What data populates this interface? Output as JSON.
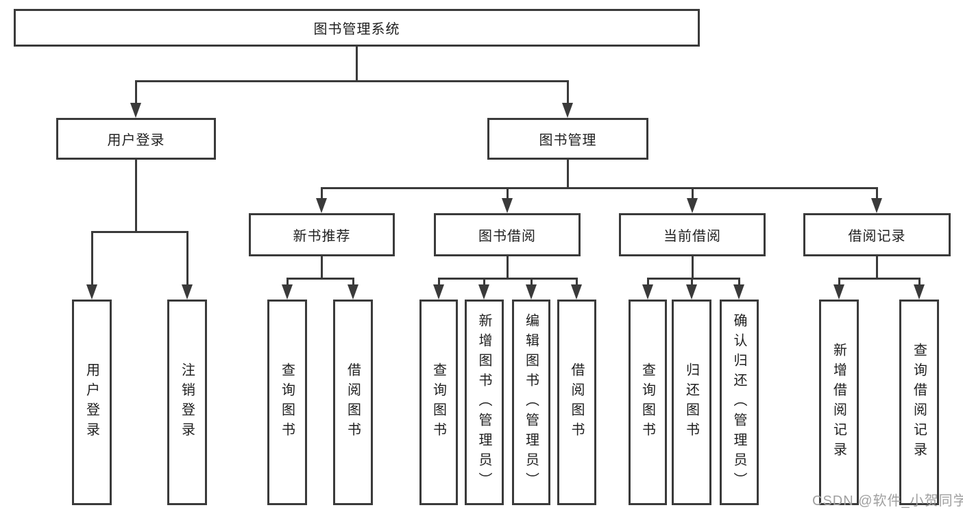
{
  "colors": {
    "line": "#3a3a3a",
    "box_border": "#3a3a3a",
    "text": "#1f1f1f",
    "watermark": "#a0a0a0",
    "background": "#ffffff"
  },
  "watermark": {
    "text": "CSDN @软件_小贺同学"
  },
  "tree": {
    "root": {
      "label": "图书管理系统"
    },
    "branches": [
      {
        "label": "用户登录",
        "children": [
          {
            "label": "用户登录"
          },
          {
            "label": "注销登录"
          }
        ]
      },
      {
        "label": "图书管理",
        "groups": [
          {
            "label": "新书推荐",
            "children": [
              {
                "label": "查询图书"
              },
              {
                "label": "借阅图书"
              }
            ]
          },
          {
            "label": "图书借阅",
            "children": [
              {
                "label": "查询图书"
              },
              {
                "label": "新增图书（管理员）"
              },
              {
                "label": "编辑图书（管理员）"
              },
              {
                "label": "借阅图书"
              }
            ]
          },
          {
            "label": "当前借阅",
            "children": [
              {
                "label": "查询图书"
              },
              {
                "label": "归还图书"
              },
              {
                "label": "确认归还（管理员）"
              }
            ]
          },
          {
            "label": "借阅记录",
            "children": [
              {
                "label": "新增借阅记录"
              },
              {
                "label": "查询借阅记录"
              }
            ]
          }
        ]
      }
    ]
  }
}
